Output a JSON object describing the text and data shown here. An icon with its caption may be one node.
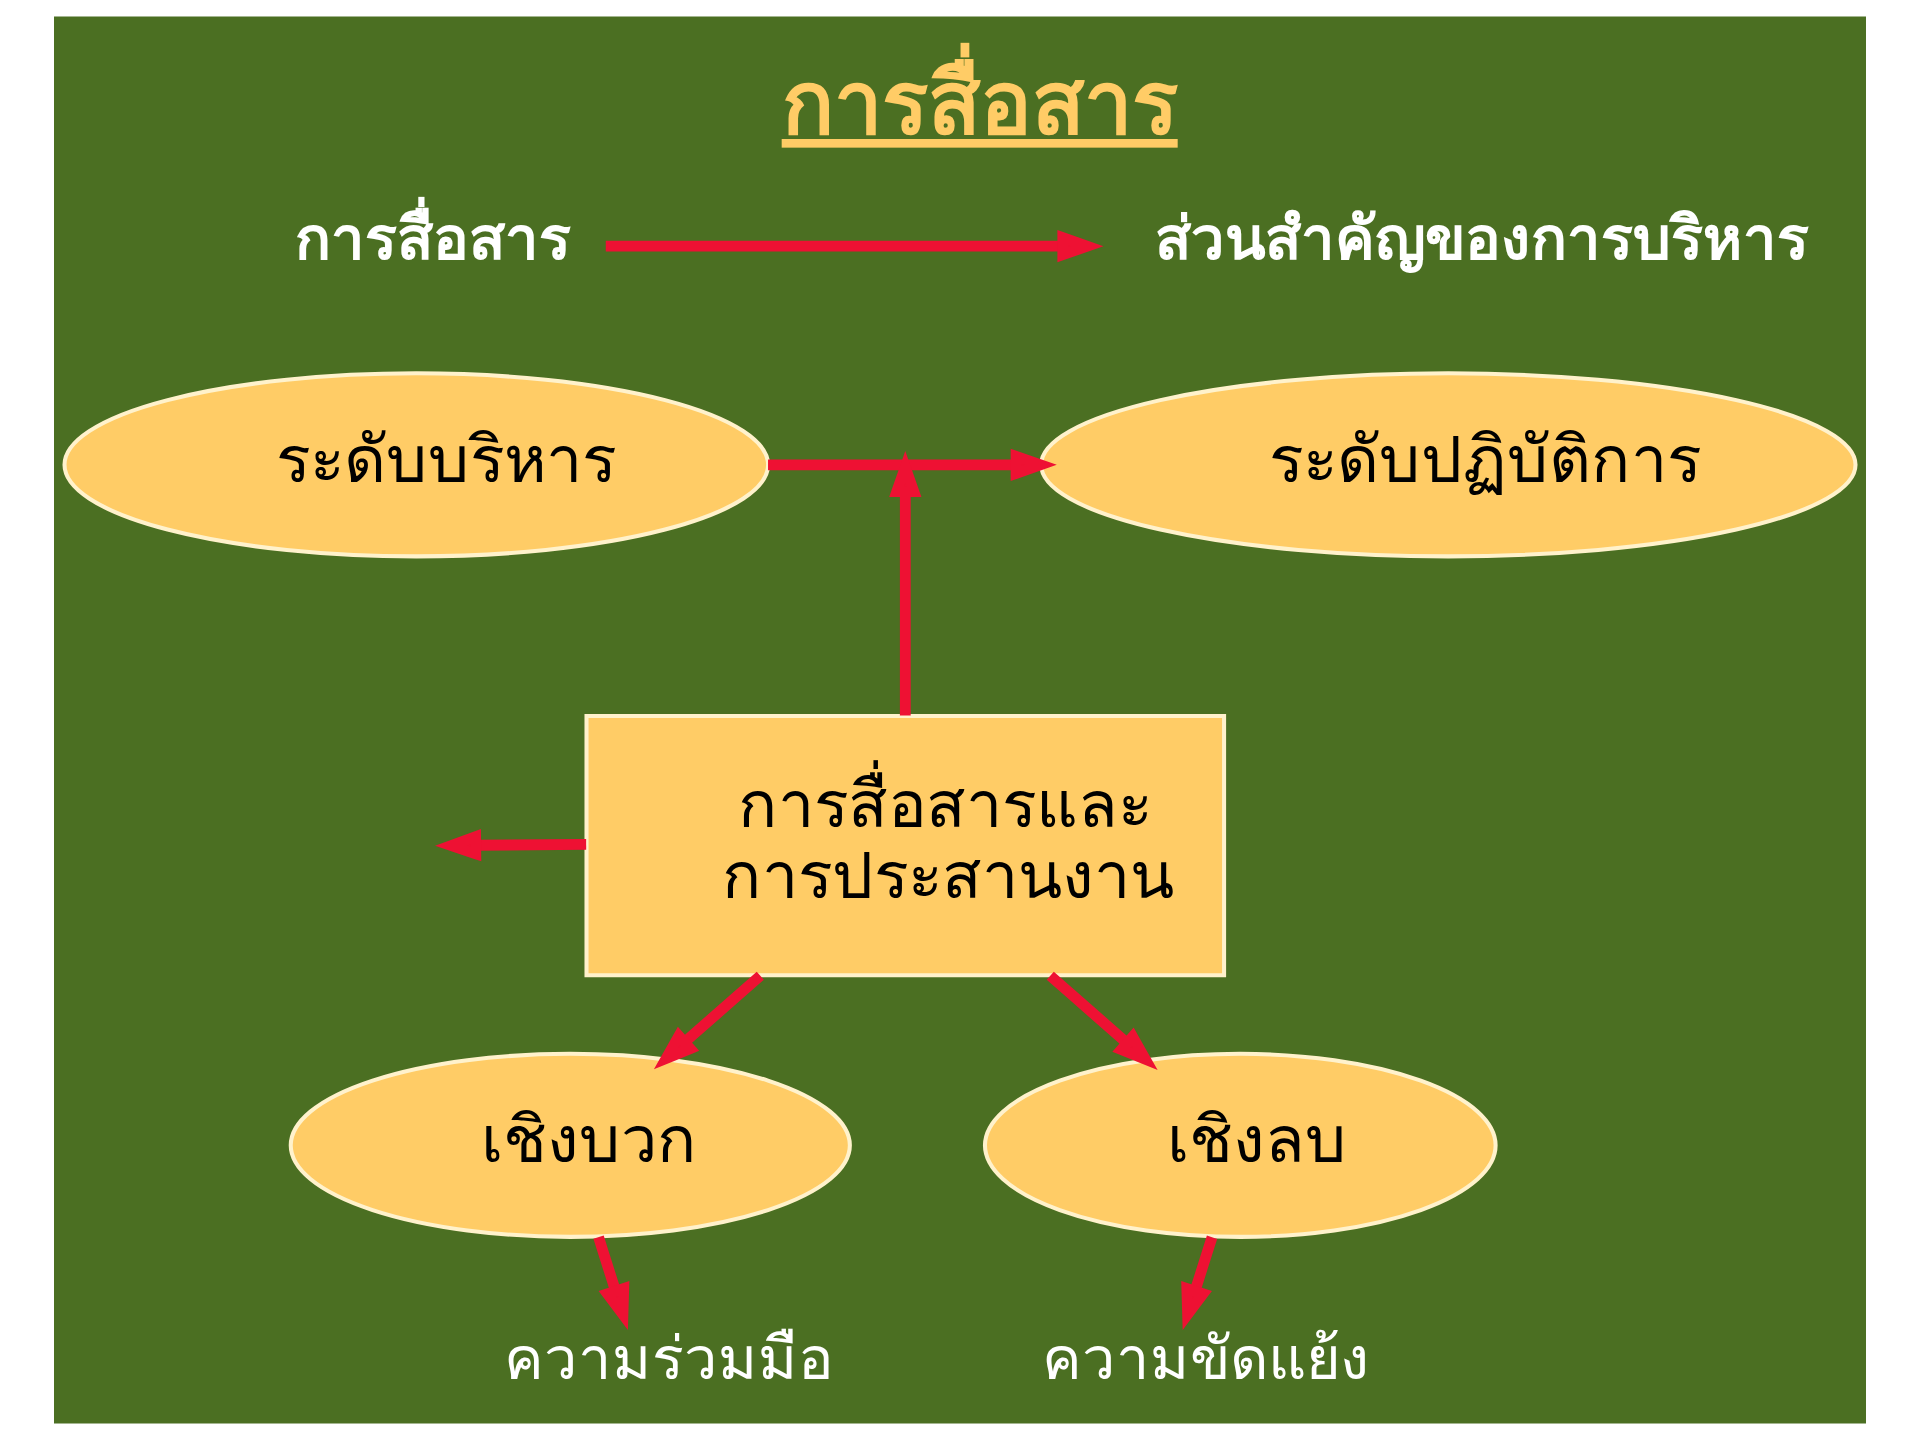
{
  "diagram": {
    "title": "การสื่อสาร",
    "nodes": [
      {
        "text": [
          "การสื่อสาร"
        ]
      },
      {
        "text": [
          "ส่วนสำคัญของการบริหาร"
        ]
      },
      {
        "text": [
          "ระดับบริหาร"
        ]
      },
      {
        "text": [
          "ระดับปฏิบัติการ"
        ]
      },
      {
        "text": [
          "การสื่อสารและ การประสานงาน"
        ]
      },
      {
        "text": [
          "เชิงบวก"
        ]
      },
      {
        "text": [
          "เชิงลบ"
        ]
      },
      {
        "text": [
          "ความร่วมมือ"
        ]
      },
      {
        "text": [
          "ความขัดแย้ง"
        ]
      }
    ],
    "edges": [
      {
        "from": 0,
        "to": 1,
        "arrow": "to"
      },
      {
        "from": 2,
        "to": 3,
        "arrow": "to"
      },
      {
        "from": 4,
        "to": null,
        "arrow": "to"
      },
      {
        "from": 4,
        "to": null,
        "arrow": "to"
      },
      {
        "from": 4,
        "to": 5,
        "arrow": "to"
      },
      {
        "from": 4,
        "to": 6,
        "arrow": "to"
      },
      {
        "from": 5,
        "to": 7,
        "arrow": "to"
      },
      {
        "from": 6,
        "to": 8,
        "arrow": "to"
      }
    ]
  }
}
